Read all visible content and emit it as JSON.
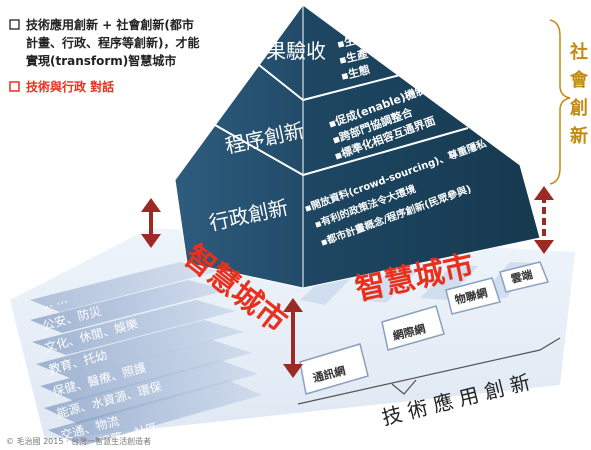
{
  "bullets": [
    {
      "line1": "技術應用創新 + 社會創新(都市",
      "line2": "計畫、行政、程序等創新)，才能",
      "line3": "實現(transform)智慧城市"
    },
    {
      "line1": "技術與行政 對話"
    }
  ],
  "pyramid_left": {
    "top": "成果驗收",
    "middle": "程序創新",
    "bottom": "行政創新"
  },
  "pyramid_right": {
    "top": [
      "▪生活",
      "▪生產",
      "▪生態"
    ],
    "middle": [
      "▪促成(enable)機制",
      "▪跨部門協調整合",
      "▪標準化相容互通界面"
    ],
    "bottom": [
      "▪開放資料(crowd-sourcing)、尊重隱私",
      "▪有利的政策法令大環境",
      "▪都市計畫概念/程序創新(民眾參與)"
    ]
  },
  "side_label": [
    "社",
    "會",
    "創",
    "新"
  ],
  "smart_city_left": "智慧城市",
  "smart_city_right": "智慧城市",
  "left_rows": [
    "... ...",
    "公安、防災",
    "文化、休閒、娛樂",
    "教育、托幼",
    "保健、醫療、照護",
    "能源、水資源、環保",
    "交通、物流",
    "住宅、建築、社區"
  ],
  "tech_boxes": [
    "雲端",
    "物聯網",
    "網際網",
    "通訊網"
  ],
  "tech_innovation": "技 術 應 用 創 新",
  "copyright": "© 毛治國 2015 · 台灣一智慧生活創造者",
  "colors": {
    "pyramid": "#1f4e6e",
    "accent": "#e8301c",
    "gold": "#c48a10",
    "arrow": "#b5312a"
  }
}
